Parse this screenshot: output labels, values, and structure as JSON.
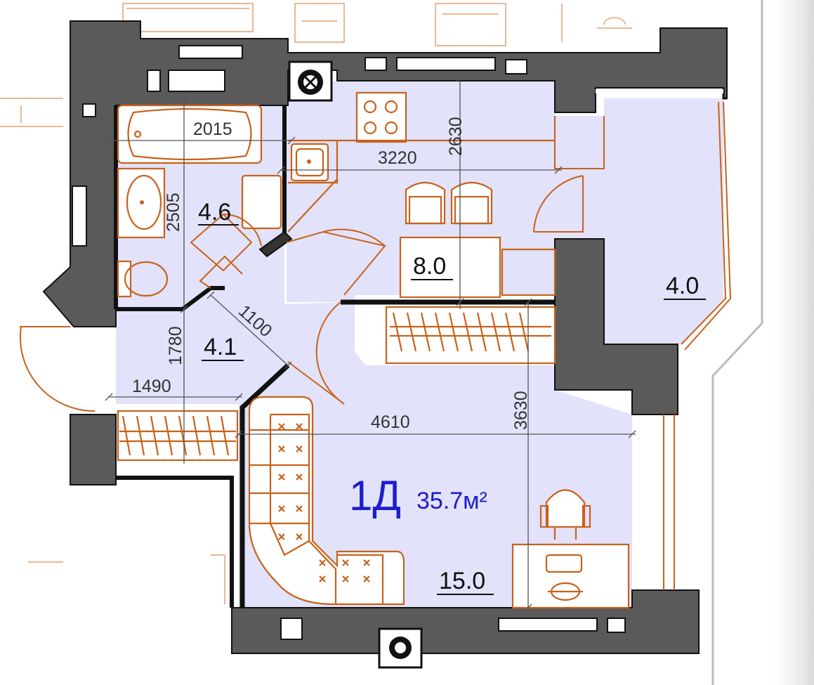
{
  "plan": {
    "unit_code": "1Д",
    "unit_area": "35.7м²",
    "rooms": [
      {
        "id": "bathroom",
        "area": "4.6"
      },
      {
        "id": "kitchen",
        "area": "8.0"
      },
      {
        "id": "balcony",
        "area": "4.0"
      },
      {
        "id": "hallway",
        "area": "4.1"
      },
      {
        "id": "living-room",
        "area": "15.0"
      }
    ],
    "dimensions": [
      {
        "id": "bath-width",
        "value": "2015"
      },
      {
        "id": "bath-length",
        "value": "2505"
      },
      {
        "id": "kitchen-height",
        "value": "2630"
      },
      {
        "id": "kitchen-width",
        "value": "3220"
      },
      {
        "id": "hall-diagonal",
        "value": "1100"
      },
      {
        "id": "hall-height",
        "value": "1780"
      },
      {
        "id": "hall-width",
        "value": "1490"
      },
      {
        "id": "living-width",
        "value": "4610"
      },
      {
        "id": "living-height",
        "value": "3630"
      }
    ],
    "colors": {
      "wall": "#5a5a5a",
      "floor": "#e2e2fa",
      "furniture": "#c8621a",
      "unit_label": "#1d1dcc"
    }
  }
}
